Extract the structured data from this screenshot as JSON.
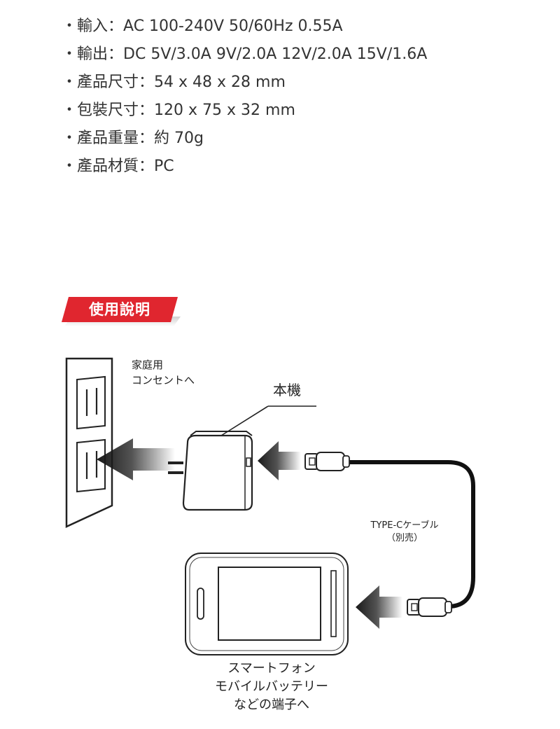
{
  "specs": [
    {
      "label": "輸入",
      "value": "AC 100-240V 50/60Hz 0.55A"
    },
    {
      "label": "輸出",
      "value": "DC 5V/3.0A  9V/2.0A  12V/2.0A  15V/1.6A"
    },
    {
      "label": "產品尺寸",
      "value": "54 x 48 x 28 mm"
    },
    {
      "label": "包裝尺寸",
      "value": "120 x 75 x 32 mm"
    },
    {
      "label": "產品重量",
      "value": "約 70g"
    },
    {
      "label": "產品材質",
      "value": "PC"
    }
  ],
  "bullet": "・",
  "separator": "：",
  "section_title": "使用說明",
  "diagram": {
    "outlet_label_1": "家庭用",
    "outlet_label_2": "コンセントへ",
    "unit_label": "本機",
    "cable_label_1": "TYPE-Cケーブル",
    "cable_label_2": "（別売）",
    "phone_label_1": "スマートフォン",
    "phone_label_2": "モバイルバッテリー",
    "phone_label_3": "などの端子へ"
  },
  "colors": {
    "accent": "#e0262f",
    "text": "#333333",
    "line": "#222222"
  }
}
